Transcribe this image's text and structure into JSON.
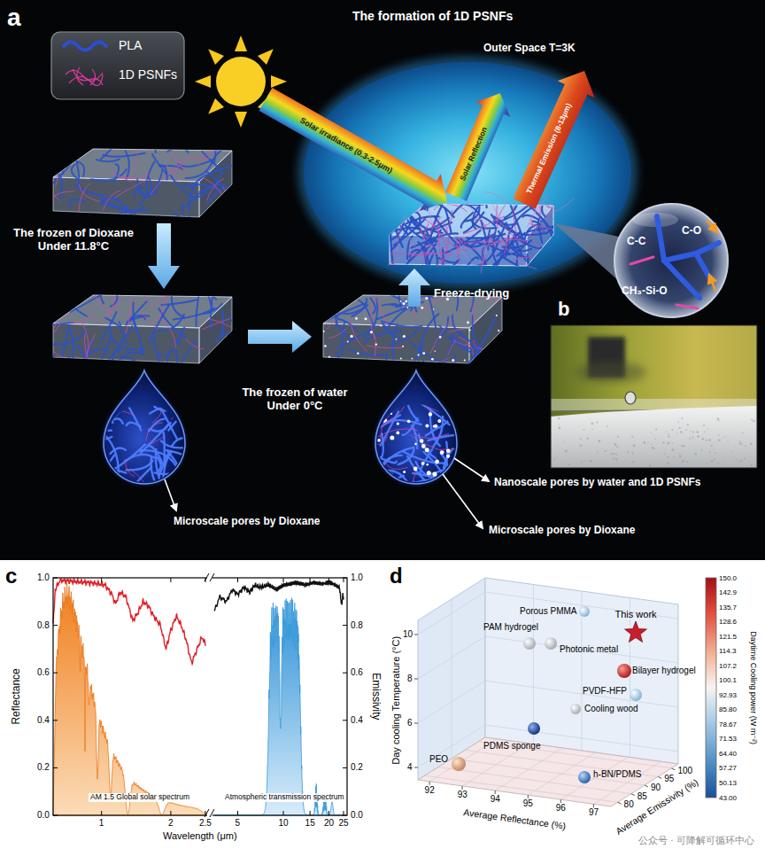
{
  "diagram": {
    "nodes": [
      {
        "text": [
          "C-C",
          "C-O",
          "CH₃-Si-O"
        ]
      }
    ],
    "labels": [
      "a",
      "The formation of 1D PSNFs",
      "Outer Space T=3K",
      "Solar irradiance (0.3-2.5μm)",
      "Solar Reflection",
      "Thermal Emission (8-13μm)",
      "The frozen of Dioxane Under 11.8°C",
      "Freeze-drying",
      "The frozen of water Under 0°C",
      "b",
      "Microscale pores by Dioxane",
      "Nanoscale pores by water and 1D PSNFs",
      "Microscale pores by Dioxane",
      "c",
      "0.0",
      "0.2",
      "0.4",
      "0.6",
      "0.8",
      "1.0",
      "Reflectance",
      "0.0",
      "0.2",
      "0.4",
      "0.6",
      "0.8",
      "1.0",
      "Emissivity",
      "1",
      "2",
      "2.5",
      "5",
      "10",
      "15",
      "20",
      "25",
      "Wavelength (μm)",
      "AM 1.5 Global solar spectrum",
      "Atmospheric transmission spectrum",
      "d",
      "Day cooling Temperature (°C)",
      "4",
      "6",
      "8",
      "10",
      "Average Reflectance (%)",
      "92",
      "93",
      "94",
      "95",
      "96",
      "97",
      "Average Emissivity (%)",
      "80",
      "85",
      "90",
      "95",
      "100",
      "Daytime Cooling power (W m⁻²)",
      "150.0",
      "142.9",
      "135.7",
      "128.6",
      "121.5",
      "114.3",
      "107.2",
      "100.1",
      "92.93",
      "85.80",
      "78.67",
      "71.53",
      "64.40",
      "57.27",
      "50.13",
      "43.00",
      "This work",
      "Porous PMMA",
      "PAM hydrogel",
      "Photonic metal",
      "Bilayer hydrogel",
      "PVDF-HFP",
      "Cooling wood",
      "PDMS sponge",
      "PEO",
      "h-BN/PDMS",
      "公众号 · 可降解可循环中心"
    ],
    "legend": [
      {
        "text": "PLA"
      },
      {
        "text": "1D PSNFs"
      }
    ]
  }
}
